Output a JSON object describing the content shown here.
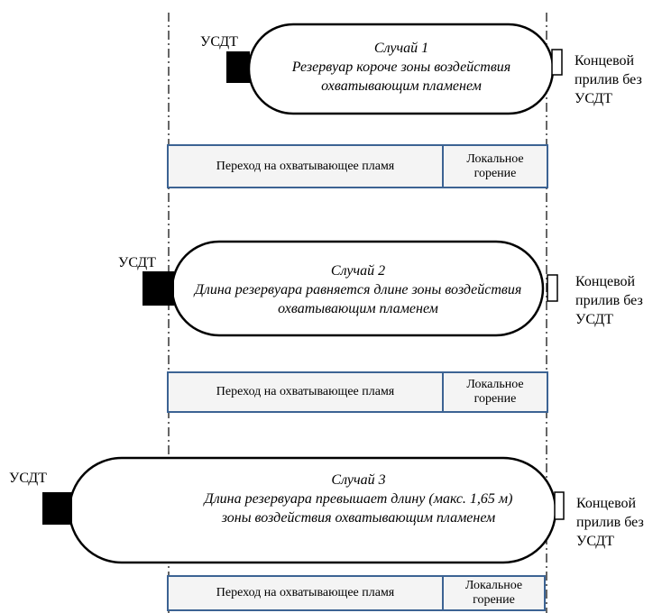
{
  "cases": [
    {
      "title": "Случай 1",
      "description": "Резервуар короче зоны воздействия охватывающим пламенем",
      "left_label": "УСДТ",
      "right_label": "Концевой\nприлив без\nУСДТ",
      "zone_engulf": "Переход на охватывающее пламя",
      "zone_local": "Локальное\nгорение"
    },
    {
      "title": "Случай 2",
      "description": "Длина резервуара равняется длине зоны воздействия охватывающим пламенем",
      "left_label": "УСДТ",
      "right_label": "Концевой\nприлив без\nУСДТ",
      "zone_engulf": "Переход на охватывающее пламя",
      "zone_local": "Локальное\nгорение"
    },
    {
      "title": "Случай 3",
      "description": "Длина резервуара превышает длину (макс. 1,65 м) зоны воздействия охватывающим пламенем",
      "left_label": "УСДТ",
      "right_label": "Концевой\nприлив без\nУСДТ",
      "zone_engulf": "Переход на охватывающее пламя",
      "zone_local": "Локальное\nгорение"
    }
  ],
  "colors": {
    "zone_border": "#3c6393",
    "zone_fill": "#f4f4f4",
    "valve": "#000000"
  }
}
